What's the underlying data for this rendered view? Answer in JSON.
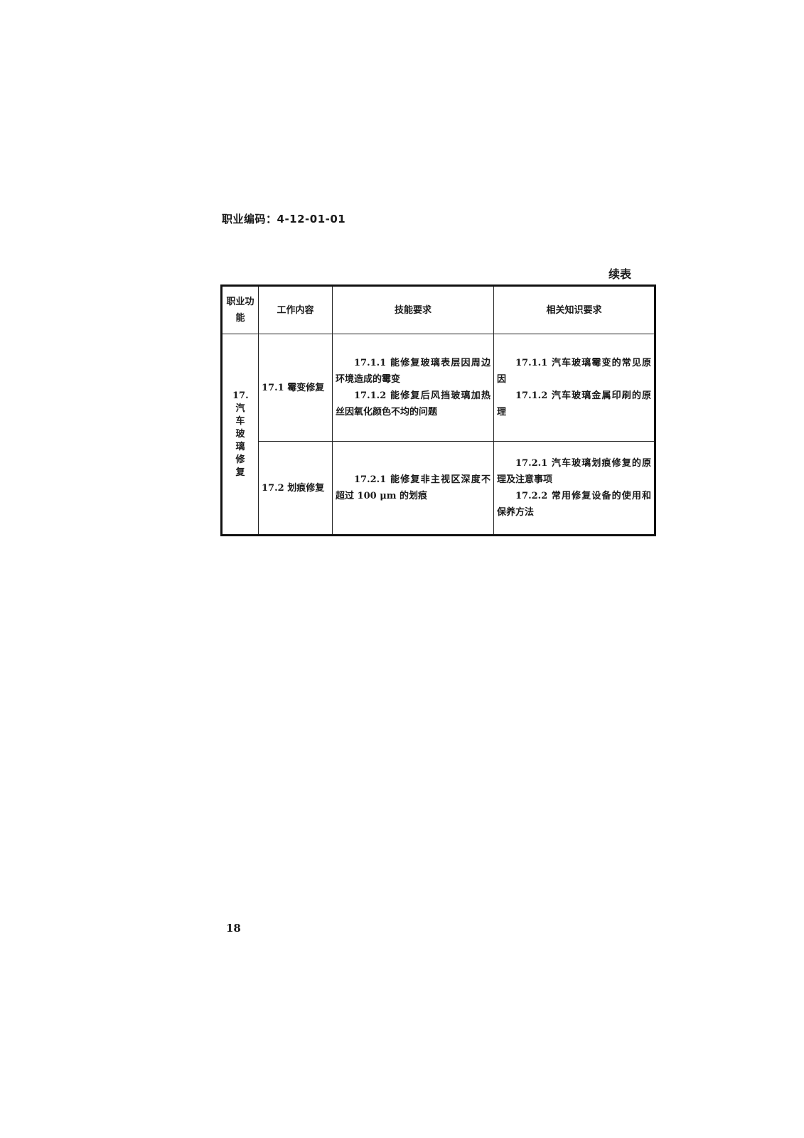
{
  "header": {
    "occupation_code": "职业编码：4-12-01-01",
    "continued_label": "续表"
  },
  "table": {
    "headers": {
      "function": "职业功能",
      "content": "工作内容",
      "skills": "技能要求",
      "knowledge": "相关知识要求"
    },
    "function_cell": {
      "number": "17.",
      "chars": [
        "汽",
        "车",
        "玻",
        "璃",
        "修",
        "复"
      ]
    },
    "rows": [
      {
        "content": "17.1 霉变修复",
        "skills": [
          "17.1.1 能修复玻璃表层因周边环境造成的霉变",
          "17.1.2 能修复后风挡玻璃加热丝因氧化颜色不均的问题"
        ],
        "knowledge": [
          "17.1.1 汽车玻璃霉变的常见原因",
          "17.1.2 汽车玻璃金属印刷的原理"
        ]
      },
      {
        "content": "17.2 划痕修复",
        "skills": [
          "17.2.1 能修复非主视区深度不超过 100 μm 的划痕"
        ],
        "knowledge": [
          "17.2.1 汽车玻璃划痕修复的原理及注意事项",
          "17.2.2 常用修复设备的使用和保养方法"
        ]
      }
    ]
  },
  "footer": {
    "page_number": "18"
  }
}
